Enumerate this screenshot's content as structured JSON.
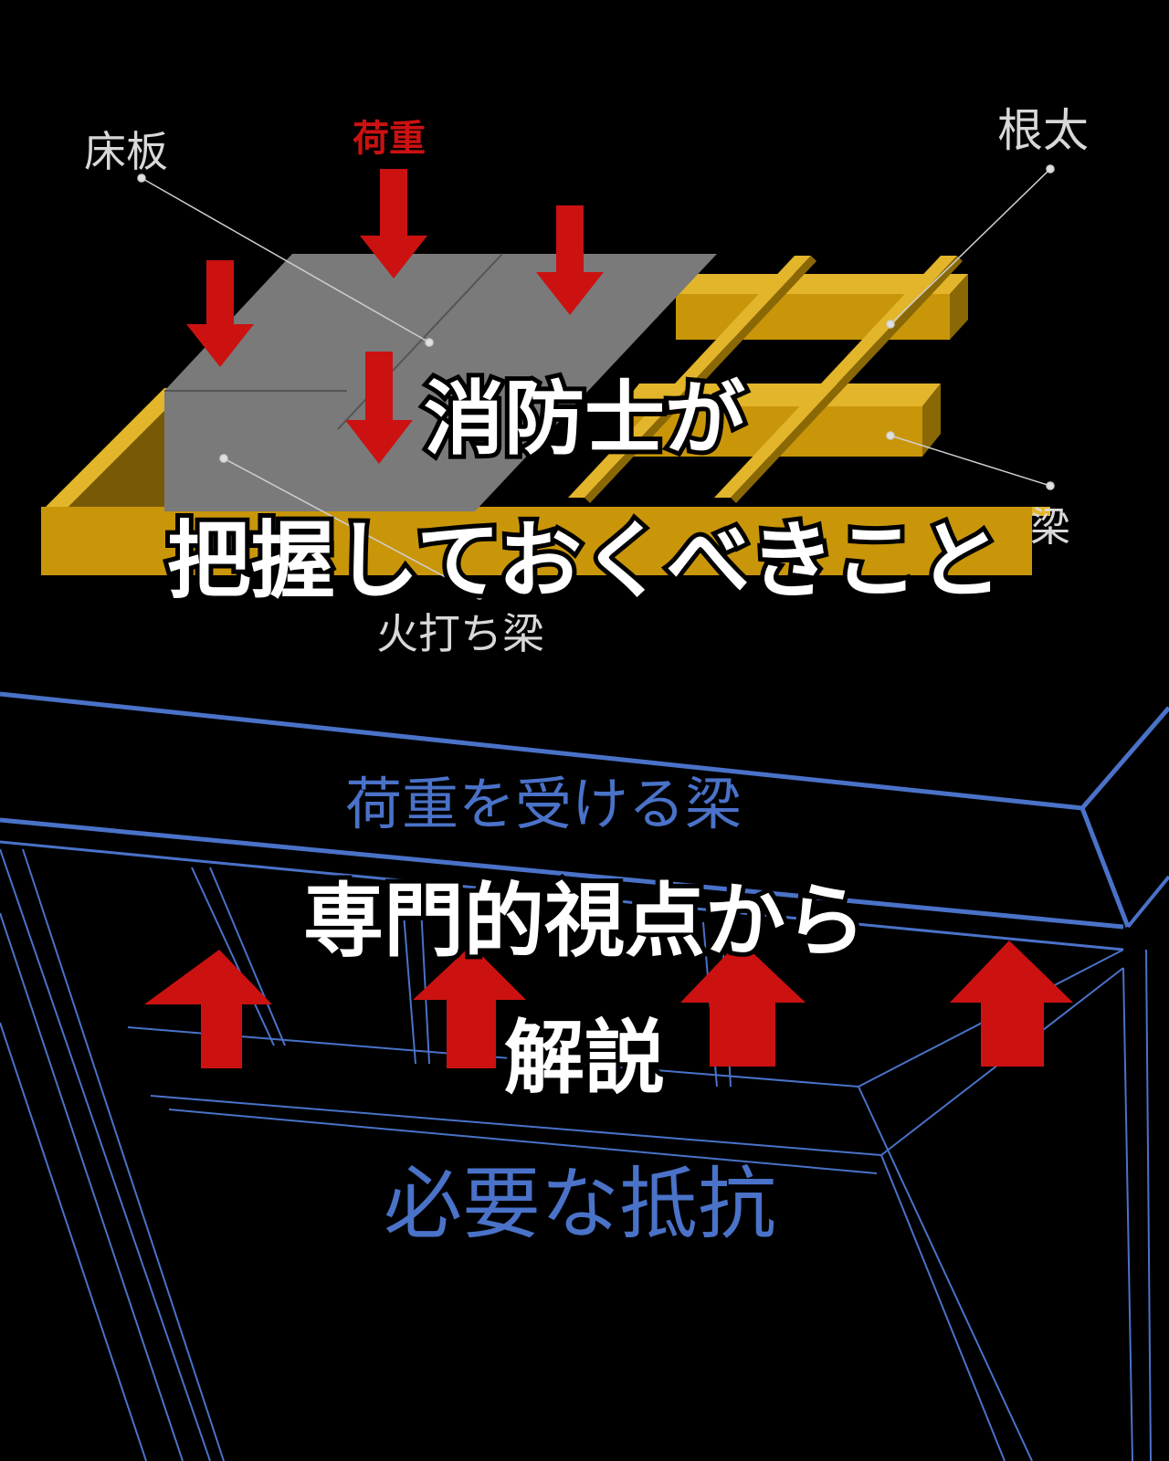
{
  "top_diagram": {
    "labels": {
      "floorboard": "床板",
      "load": "荷重",
      "joist": "根太",
      "beam": "梁",
      "diagonal_beam": "火打ち梁"
    }
  },
  "bottom_diagram": {
    "labels": {
      "loaded_beam": "荷重を受ける梁",
      "resistance": "必要な抵抗"
    }
  },
  "headline": {
    "line1": "消防士が",
    "line2": "把握しておくべきこと",
    "line3": "専門的視点から",
    "line4": "解説"
  },
  "colors": {
    "background": "#000000",
    "wood": "#c9960a",
    "wood_dark": "#8a6806",
    "floor": "#7a7a7a",
    "load_arrow": "#cc1111",
    "wireframe": "#4a72c8",
    "label_gray": "#d8d8d8",
    "headline_text": "#ffffff"
  }
}
